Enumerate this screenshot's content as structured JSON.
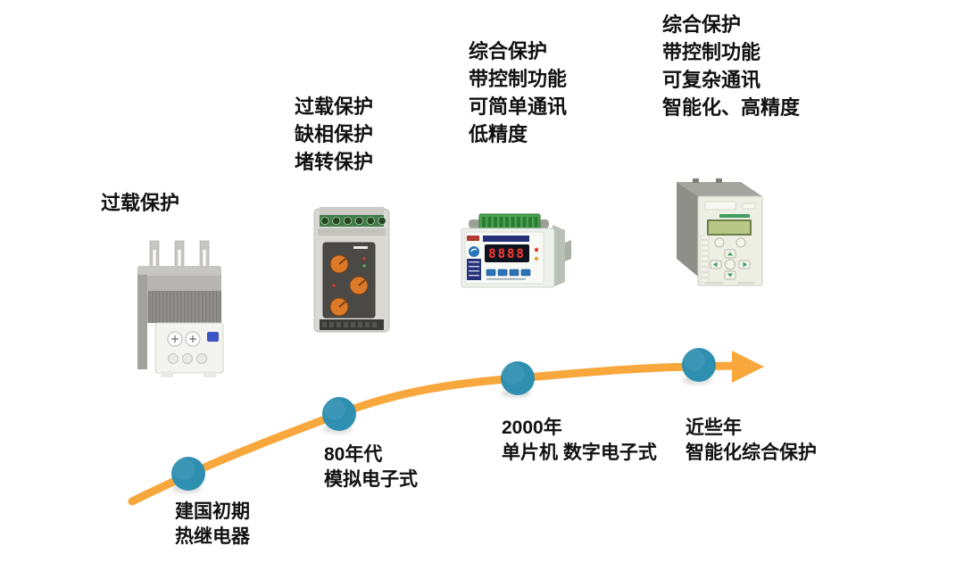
{
  "colors": {
    "background": "#ffffff",
    "arrow": "#F7A73C",
    "dot": "#2E8FB0",
    "text": "#111111"
  },
  "timeline": {
    "stages": [
      {
        "features": [
          "过载保护"
        ],
        "era": [
          "建国初期",
          "热继电器"
        ],
        "device": "thermal-overload-relay"
      },
      {
        "features": [
          "过载保护",
          "缺相保护",
          "堵转保护"
        ],
        "era": [
          "80年代",
          "模拟电子式"
        ],
        "device": "analog-electronic-din-relay"
      },
      {
        "features": [
          "综合保护",
          "带控制功能",
          "可简单通讯",
          "低精度"
        ],
        "era": [
          "2000年",
          "单片机 数字电子式"
        ],
        "device": "digital-motor-protector",
        "display_value": "8888"
      },
      {
        "features": [
          "综合保护",
          "带控制功能",
          "可复杂通讯",
          "智能化、高精度"
        ],
        "era": [
          "近些年",
          "智能化综合保护"
        ],
        "device": "smart-comprehensive-protection-relay"
      }
    ]
  }
}
